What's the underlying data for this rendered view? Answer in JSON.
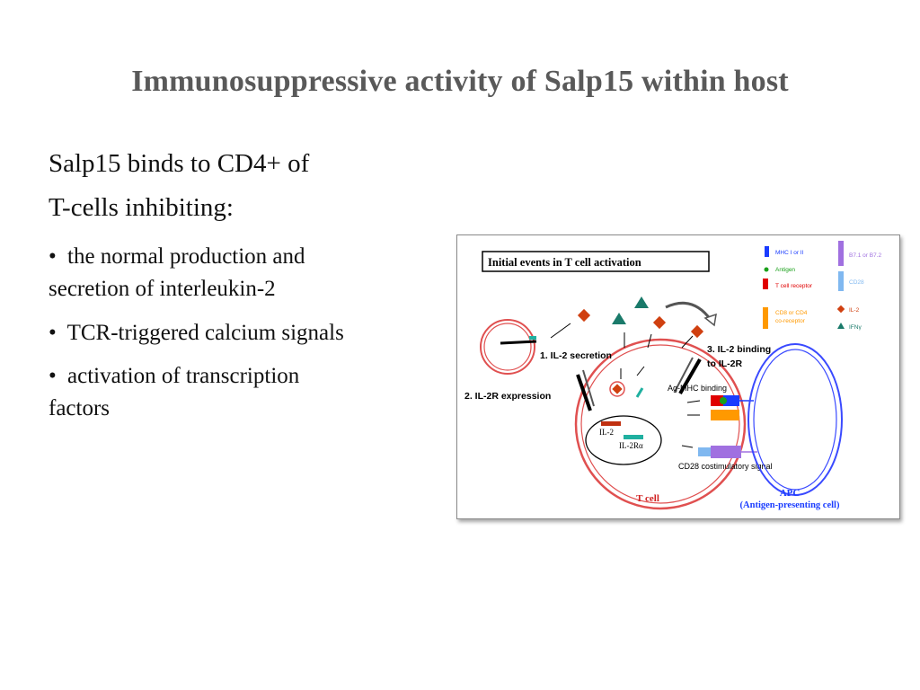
{
  "slide": {
    "title": "Immunosuppressive activity of Salp15 within host",
    "lead": [
      "Salp15 binds to CD4+ of",
      "T-cells inhibiting:"
    ],
    "bullets": [
      [
        "the normal production and",
        "secretion of interleukin-2"
      ],
      [
        "TCR-triggered calcium signals"
      ],
      [
        "activation of transcription",
        "factors"
      ]
    ],
    "bullet_symbol": "•"
  },
  "figure": {
    "header": "Initial events in  T cell activation",
    "steps": {
      "secretion": "1. IL-2 secretion",
      "expression": "2. IL-2R expression",
      "binding_line1": "3. IL-2 binding",
      "binding_line2": "to IL-2R"
    },
    "labels": {
      "ag_mhc": "Ag-MHC binding",
      "cd28": "CD28 costimulatory signal",
      "il2_gene": "IL-2",
      "il2r_gene": "IL-2Rα",
      "t_cell": "T cell",
      "apc": "APC",
      "apc_full": "(Antigen-presenting cell)"
    },
    "legend": [
      {
        "label": "MHC I or II",
        "color": "#1a3cff",
        "icon": "receptor-icon"
      },
      {
        "label": "Antigen",
        "color": "#1aa01a",
        "icon": "dot-icon"
      },
      {
        "label": "T cell receptor",
        "color": "#e00000",
        "icon": "receptor-icon"
      },
      {
        "label": "CD8 or CD4",
        "label2": "co-receptor",
        "color": "#ff9900",
        "icon": "receptor-icon"
      },
      {
        "label": "B7.1 or B7.2",
        "color": "#a070e0",
        "icon": "receptor-icon"
      },
      {
        "label": "CD28",
        "color": "#80b8f0",
        "icon": "receptor-icon"
      },
      {
        "label": "IL-2",
        "color": "#d04010",
        "icon": "diamond-icon"
      },
      {
        "label": "IFNγ",
        "color": "#1a7a6a",
        "icon": "triangle-icon"
      }
    ]
  }
}
